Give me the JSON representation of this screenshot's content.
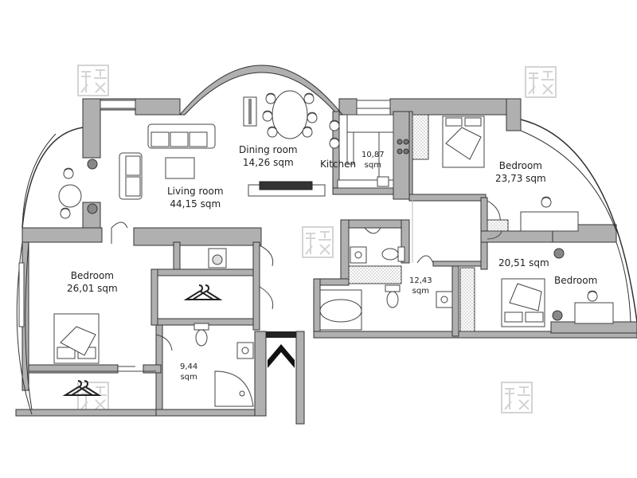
{
  "rooms": {
    "dining": {
      "name": "Dining room",
      "area": "14,26 sqm"
    },
    "living": {
      "name": "Living room",
      "area": "44,15 sqm"
    },
    "kitchen": {
      "name": "Kitchen",
      "area_value": "10,87",
      "area_unit": "sqm"
    },
    "bedroom_ne": {
      "name": "Bedroom",
      "area": "23,73 sqm"
    },
    "bedroom_w": {
      "name": "Bedroom",
      "area": "26,01 sqm"
    },
    "bedroom_e": {
      "name": "Bedroom",
      "area": "20,51 sqm"
    },
    "bath_central": {
      "area_value": "12,43",
      "area_unit": "sqm"
    },
    "bath_south": {
      "area_value": "9,44",
      "area_unit": "sqm"
    }
  },
  "colors": {
    "wall": "#b0b0b0",
    "wall_outline": "#333333",
    "line": "#444444",
    "watermark": "#d8d8d8"
  },
  "icons": [
    "hanger-icon",
    "washing-machine-icon",
    "bed-icon",
    "sofa-icon",
    "toilet-icon",
    "bathtub-icon",
    "shower-icon",
    "sink-icon",
    "table-icon",
    "chair-icon",
    "entrance-arrow-icon",
    "logo-watermark-icon"
  ]
}
